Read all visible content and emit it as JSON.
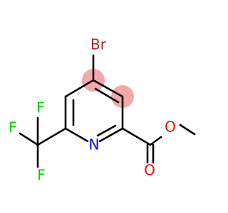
{
  "molecule": {
    "colors": {
      "bond": "#000000",
      "bromine": "#a52a2a",
      "nitrogen": "#0000ff",
      "fluorine": "#00cc00",
      "oxygen": "#ff0000",
      "highlight": "#f2a7aa"
    },
    "atoms": {
      "br": "Br",
      "n": "N",
      "f_top": "F",
      "f_left": "F",
      "f_bottom": "F",
      "o_ether": "O",
      "o_carbonyl": "O"
    }
  }
}
